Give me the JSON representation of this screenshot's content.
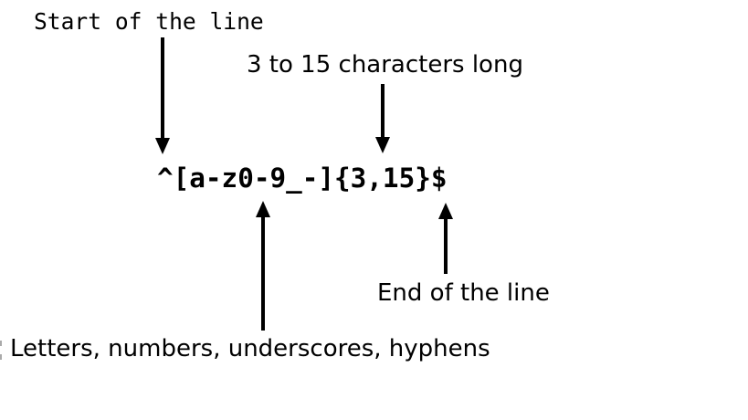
{
  "background_color": "#ffffff",
  "text_color": "#000000",
  "regex": {
    "pattern": "^[a-z0-9_-]{3,15}$"
  },
  "annotations": {
    "start": {
      "label": "Start of the line",
      "target_token": "^",
      "arrow_direction": "down"
    },
    "length": {
      "label": "3 to 15 characters long",
      "target_token": "{3,15}",
      "arrow_direction": "down"
    },
    "char_class": {
      "label": "Letters, numbers, underscores, hyphens",
      "target_token": "[a-z0-9_-]",
      "arrow_direction": "up"
    },
    "end": {
      "label": "End of the line",
      "target_token": "$",
      "arrow_direction": "up"
    }
  }
}
